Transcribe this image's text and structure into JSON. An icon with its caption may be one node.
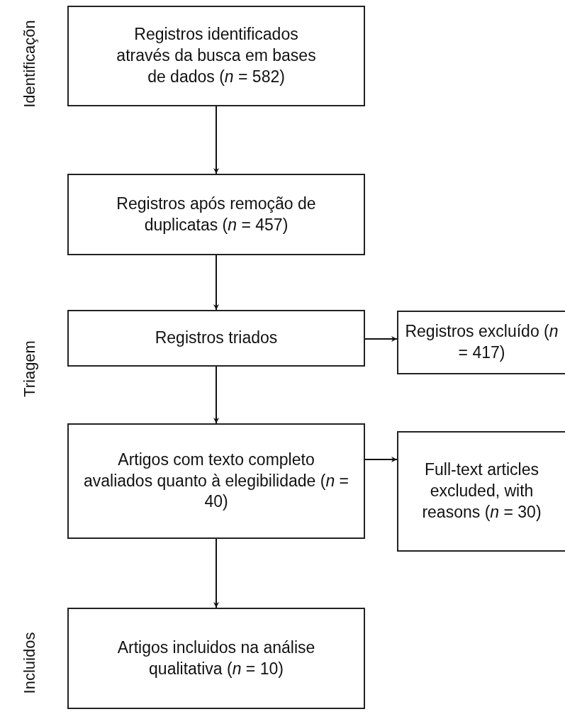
{
  "diagram": {
    "nodes": [
      {
        "text": [
          "Registros identificados através da busca em bases de dados (*n* = 582)"
        ]
      },
      {
        "text": [
          "Registros após remoção de duplicatas (*n* = 457)"
        ]
      },
      {
        "text": [
          "Registros triados"
        ]
      },
      {
        "text": [
          "Registros excluído (*n* = 417)"
        ]
      },
      {
        "text": [
          "Artigos com texto completo avaliados quanto à elegibilidade (*n* = 40)"
        ]
      },
      {
        "text": [
          "Full-text articles excluded, with reasons (*n* = 30)"
        ]
      },
      {
        "text": [
          "Artigos incluidos na análise qualitativa (*n* = 10)"
        ]
      }
    ],
    "edges": [
      {
        "from": 0,
        "to": 1,
        "arrow": "to"
      },
      {
        "from": 1,
        "to": 2,
        "arrow": "to"
      },
      {
        "from": 2,
        "to": 3,
        "arrow": "to"
      },
      {
        "from": 2,
        "to": 4,
        "arrow": "to"
      },
      {
        "from": 4,
        "to": 5,
        "arrow": "to"
      },
      {
        "from": 4,
        "to": 6,
        "arrow": "to"
      }
    ],
    "labels": [
      "Identificaçõn",
      "Triagem",
      "Incluidos"
    ]
  }
}
